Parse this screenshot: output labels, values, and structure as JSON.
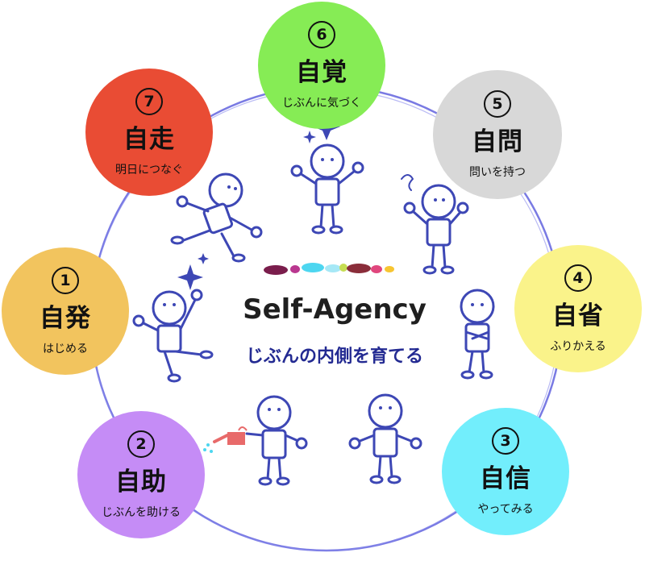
{
  "center": {
    "title": "Self-Agency",
    "subtitle": "じぶんの内側を育てる"
  },
  "colors": {
    "ring": "#6a6be0",
    "figure": "#3d47b5",
    "sparkle": "#3d47b5",
    "title_text": "#1f1f1f",
    "subtitle_text": "#232a92",
    "dots": [
      "#7a1d4c",
      "#b9378f",
      "#4dd6f0",
      "#a6e8f6",
      "#c6dd52",
      "#8a2d3a",
      "#e0467d",
      "#f7c531"
    ]
  },
  "nodes": [
    {
      "num": "1",
      "title": "自発",
      "sub": "はじめる",
      "color": "#f2c45e"
    },
    {
      "num": "2",
      "title": "自助",
      "sub": "じぶんを助ける",
      "color": "#c58cf6"
    },
    {
      "num": "3",
      "title": "自信",
      "sub": "やってみる",
      "color": "#72eefc"
    },
    {
      "num": "4",
      "title": "自省",
      "sub": "ふりかえる",
      "color": "#faf38a"
    },
    {
      "num": "5",
      "title": "自問",
      "sub": "問いを持つ",
      "color": "#d8d8d8"
    },
    {
      "num": "6",
      "title": "自覚",
      "sub": "じぶんに気づく",
      "color": "#86ec55"
    },
    {
      "num": "7",
      "title": "自走",
      "sub": "明日につなぐ",
      "color": "#e94c34"
    }
  ]
}
